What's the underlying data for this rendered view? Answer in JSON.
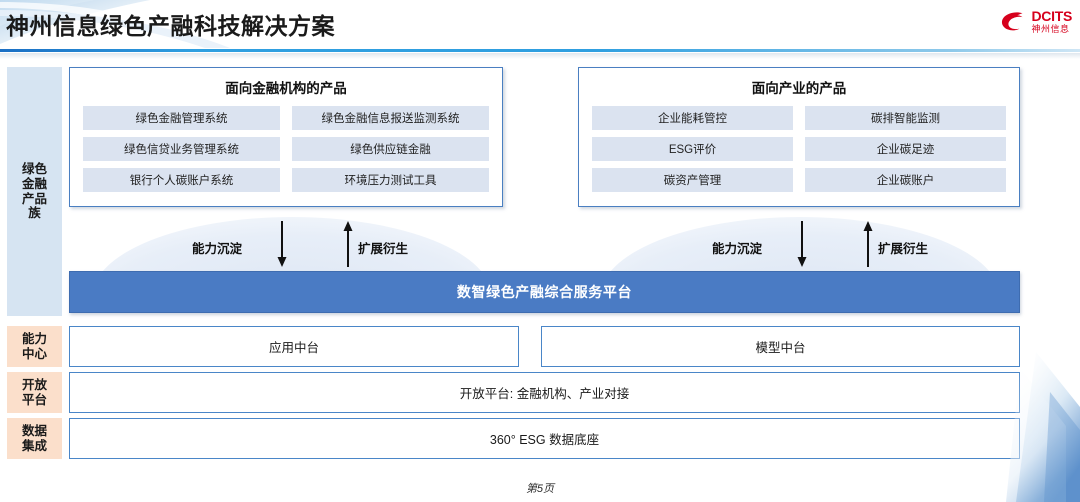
{
  "header": {
    "title": "神州信息绿色产融科技解决方案",
    "logo": {
      "name": "DCITS",
      "sub": "神州信息",
      "color": "#d6001c"
    }
  },
  "rails": [
    {
      "id": "products",
      "label": "绿色\n金融\n产品\n族",
      "color": "#d6e4f2"
    },
    {
      "id": "capability",
      "label": "能力\n中心",
      "color": "#fbdfcb"
    },
    {
      "id": "openplat",
      "label": "开放\n平台",
      "color": "#fbdfcb"
    },
    {
      "id": "data",
      "label": "数据\n集成",
      "color": "#fbdfcb"
    }
  ],
  "panels": [
    {
      "id": "financial",
      "title": "面向金融机构的产品",
      "items": [
        "绿色金融管理系统",
        "绿色金融信息报送监测系统",
        "绿色信贷业务管理系统",
        "绿色供应链金融",
        "银行个人碳账户系统",
        "环境压力测试工具"
      ]
    },
    {
      "id": "industry",
      "title": "面向产业的产品",
      "items": [
        "企业能耗管控",
        "碳排智能监测",
        "ESG评价",
        "企业碳足迹",
        "碳资产管理",
        "企业碳账户"
      ]
    }
  ],
  "flows": {
    "left": {
      "down_label": "能力沉淀",
      "up_label": "扩展衍生"
    },
    "right": {
      "down_label": "能力沉淀",
      "up_label": "扩展衍生"
    }
  },
  "platform": {
    "label": "数智绿色产融综合服务平台",
    "color": "#4a7bc4"
  },
  "tiers": [
    {
      "id": "app",
      "label": "应用中台"
    },
    {
      "id": "model",
      "label": "模型中台"
    },
    {
      "id": "open",
      "label": "开放平台: 金融机构、产业对接"
    },
    {
      "id": "data",
      "label": "360° ESG 数据底座"
    }
  ],
  "footer": {
    "page_label": "第5页"
  }
}
